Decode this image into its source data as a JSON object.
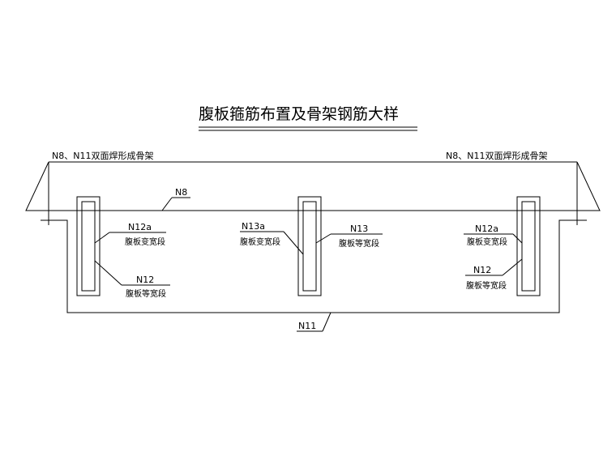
{
  "drawing": {
    "title": "腹板箍筋布置及骨架钢筋大样",
    "labels": {
      "skeleton_left": "N8、N11双面焊形成骨架",
      "skeleton_right": "N8、N11双面焊形成骨架",
      "n8": "N8",
      "n11": "N11",
      "left_top_code": "N12a",
      "left_top_desc": "腹板变宽段",
      "left_bottom_code": "N12",
      "left_bottom_desc": "腹板等宽段",
      "mid_left_code": "N13a",
      "mid_left_desc": "腹板变宽段",
      "mid_right_code": "N13",
      "mid_right_desc": "腹板等宽段",
      "right_top_code": "N12a",
      "right_top_desc": "腹板变宽段",
      "right_bottom_code": "N12",
      "right_bottom_desc": "腹板等宽段"
    }
  }
}
